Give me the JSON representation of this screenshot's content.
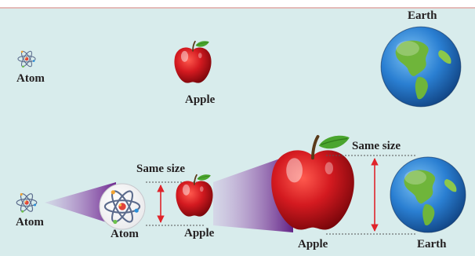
{
  "colors": {
    "background": "#d8ecec",
    "top_rule": "#e8a9a6",
    "apple_red": "#c8141c",
    "leaf_green": "#4aa52e",
    "ocean_blue": "#1f6fc4",
    "land_green": "#6fb53a",
    "arrow_red": "#e0232a",
    "funnel_purple": "#8a3aa8"
  },
  "icons": {
    "atom": "atom-icon",
    "apple": "apple-icon",
    "earth": "earth-globe-icon",
    "arrow": "double-headed-arrow-icon"
  },
  "top_row": {
    "atom_label": "Atom",
    "apple_label": "Apple",
    "earth_label": "Earth"
  },
  "bottom_row": {
    "atom_label": "Atom",
    "atom_magnified_label": "Atom",
    "apple_label": "Apple",
    "apple_magnified_label": "Apple",
    "earth_label": "Earth",
    "same_size_left": "Same size",
    "same_size_right": "Same size"
  }
}
